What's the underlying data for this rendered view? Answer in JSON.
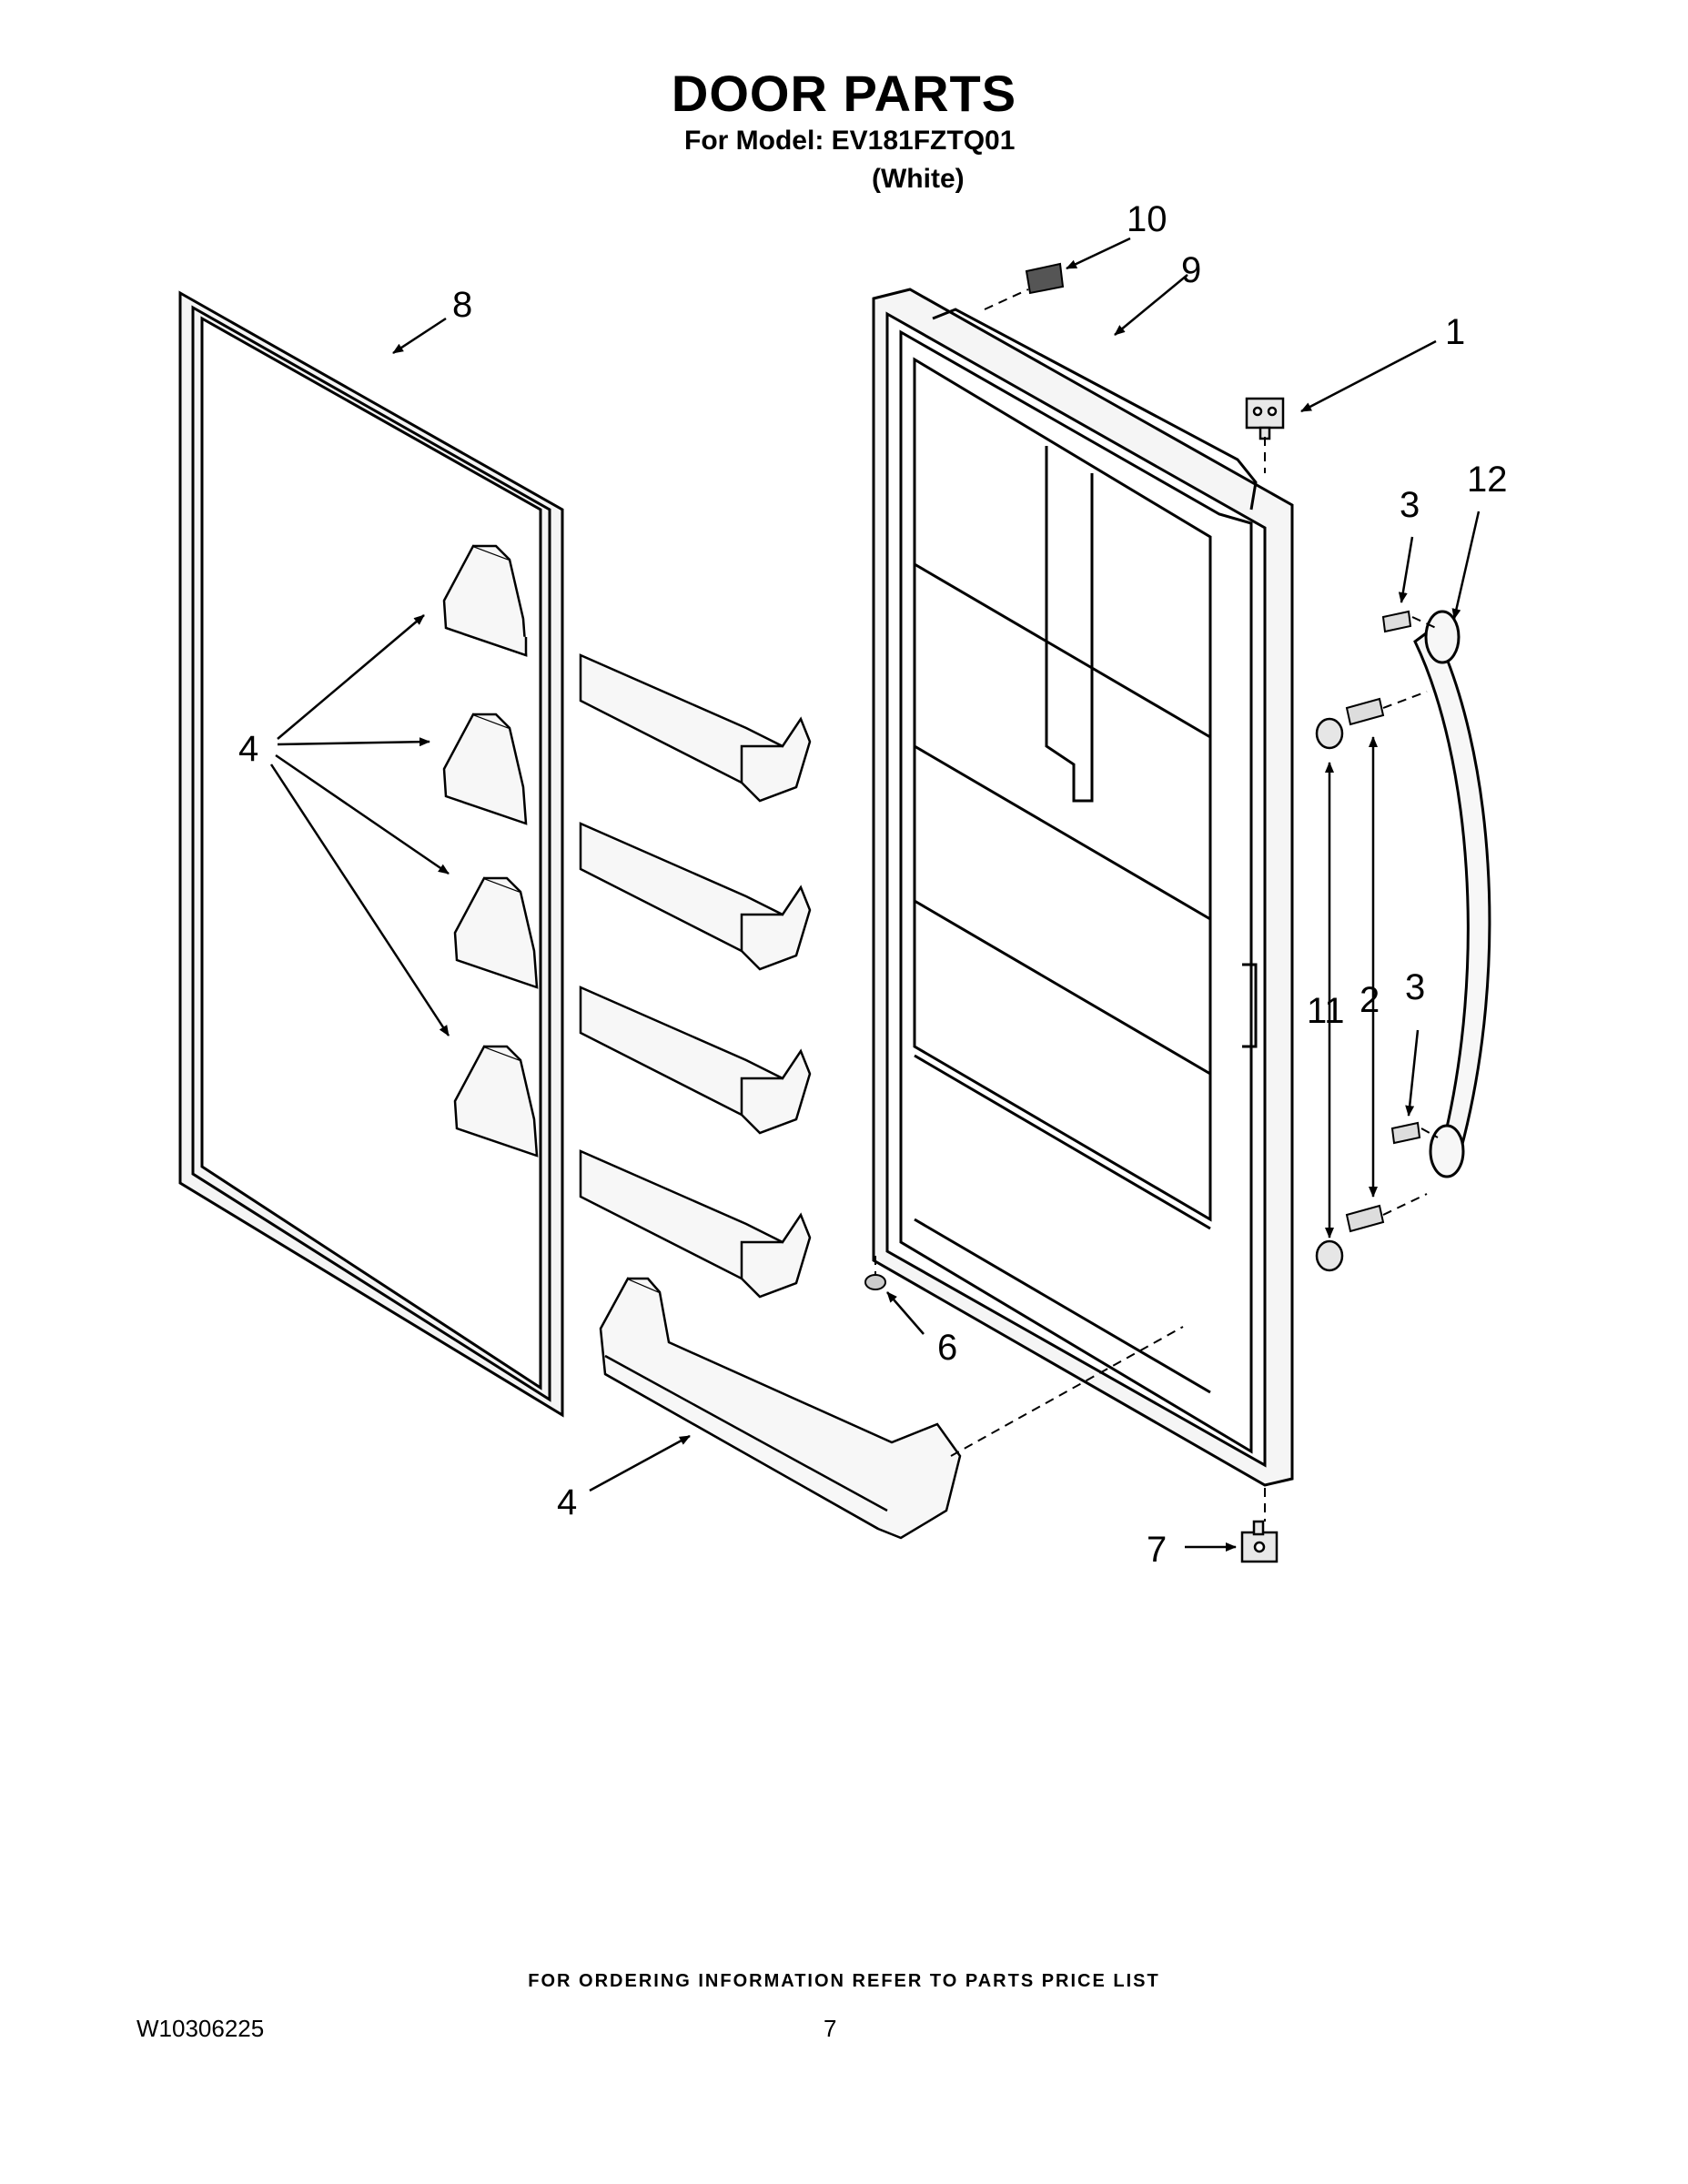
{
  "header": {
    "title": "DOOR PARTS",
    "model_line": "For Model: EV181FZTQ01",
    "color_line": "(White)"
  },
  "callouts": {
    "c1": "1",
    "c2": "2",
    "c3a": "3",
    "c3b": "3",
    "c4a": "4",
    "c4b": "4",
    "c6": "6",
    "c7": "7",
    "c8": "8",
    "c9": "9",
    "c10": "10",
    "c11": "11",
    "c12": "12"
  },
  "footer": {
    "ordering_note": "FOR ORDERING INFORMATION REFER TO PARTS PRICE LIST",
    "doc_number": "W10306225",
    "page_number": "7"
  }
}
